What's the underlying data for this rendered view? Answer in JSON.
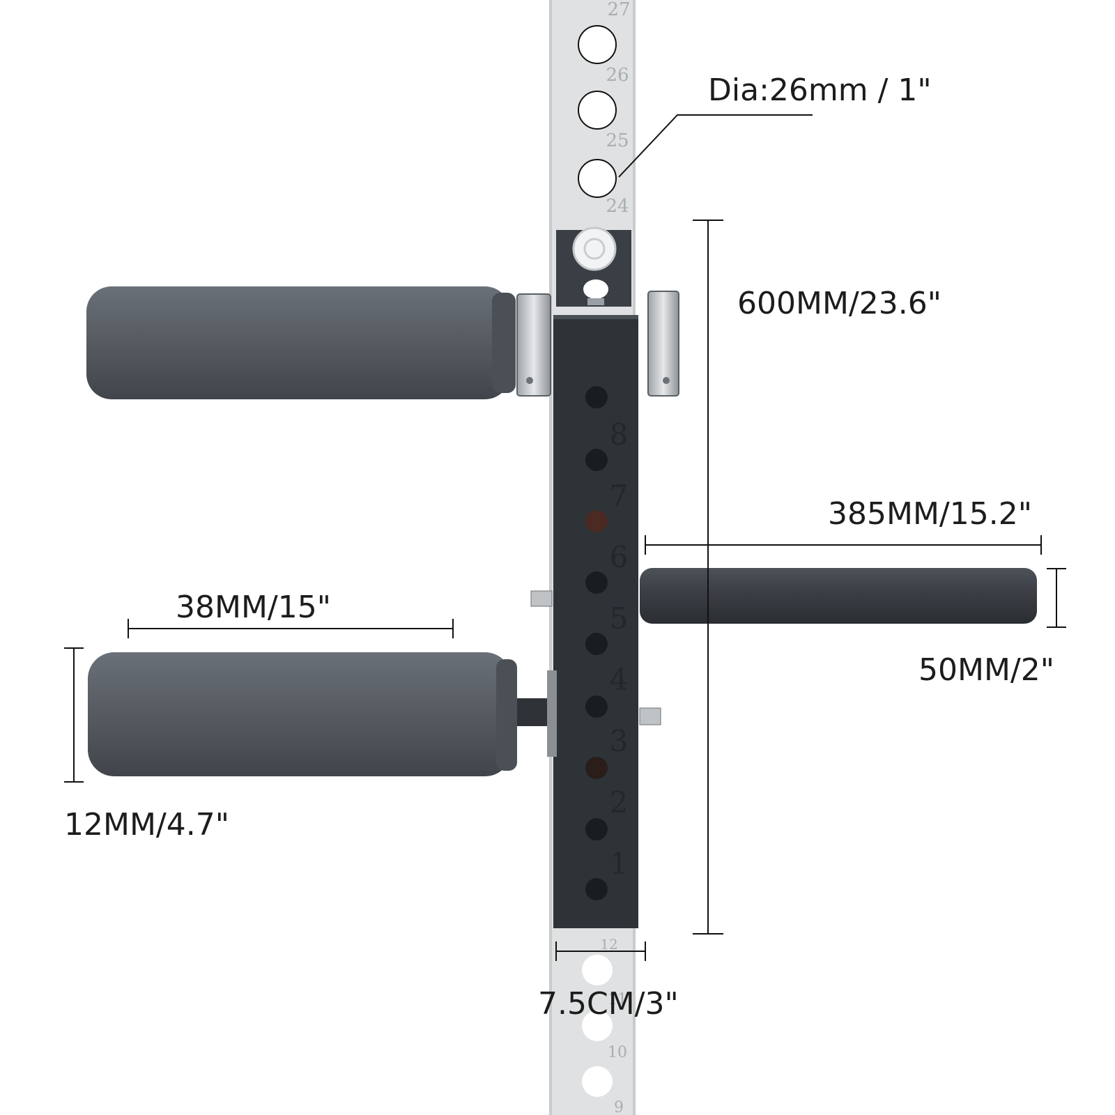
{
  "dimensions": {
    "hole_diameter": "Dia:26mm / 1\"",
    "height": "600MM/23.6\"",
    "handle_length": "385MM/15.2\"",
    "handle_diameter": "50MM/2\"",
    "roller_length": "38MM/15\"",
    "roller_diameter": "12MM/4.7\"",
    "bracket_width": "7.5CM/3\""
  },
  "upright_numbers": [
    "27",
    "26",
    "25",
    "24",
    "12",
    "11",
    "10",
    "9"
  ],
  "bracket_numbers": [
    "8",
    "7",
    "6",
    "5",
    "4",
    "3",
    "2",
    "1"
  ],
  "colors": {
    "upright": "#dfe1e2",
    "bracket": "#2e3338",
    "pad": "#555a62",
    "handle": "#3a3f45",
    "dimension_line": "#111111"
  }
}
